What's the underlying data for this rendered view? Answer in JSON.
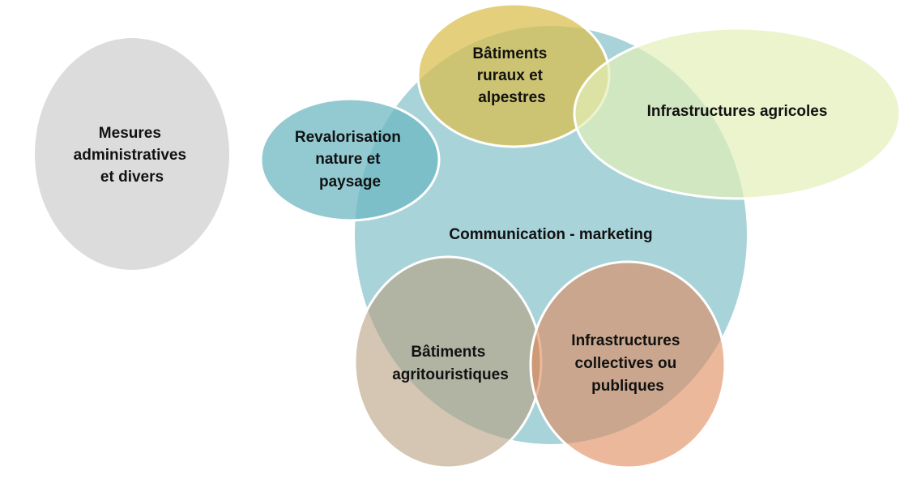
{
  "diagram": {
    "nodes": [
      {
        "id": "admin",
        "lines": [
          "Mesures",
          "administratives",
          "et divers"
        ],
        "color": "#dcdcdc"
      },
      {
        "id": "comm",
        "lines": [
          "Communication  - marketing"
        ],
        "color": "#a8d3d9"
      },
      {
        "id": "nature",
        "lines": [
          "Revalorisation",
          "nature et",
          "paysage"
        ],
        "color": "#86c2cb"
      },
      {
        "id": "ruraux",
        "lines": [
          "Bâtiments",
          "ruraux et",
          "alpestres"
        ],
        "color": "#d9c35a"
      },
      {
        "id": "agri",
        "lines": [
          "Infrastructures agricoles"
        ],
        "color": "#e4f0c2"
      },
      {
        "id": "agritour",
        "lines": [
          "Bâtiments",
          "agritouristiques"
        ],
        "color": "#c8b59a"
      },
      {
        "id": "collect",
        "lines": [
          "Infrastructures",
          "collectives ou",
          "publiques"
        ],
        "color": "#e29c72"
      }
    ]
  }
}
